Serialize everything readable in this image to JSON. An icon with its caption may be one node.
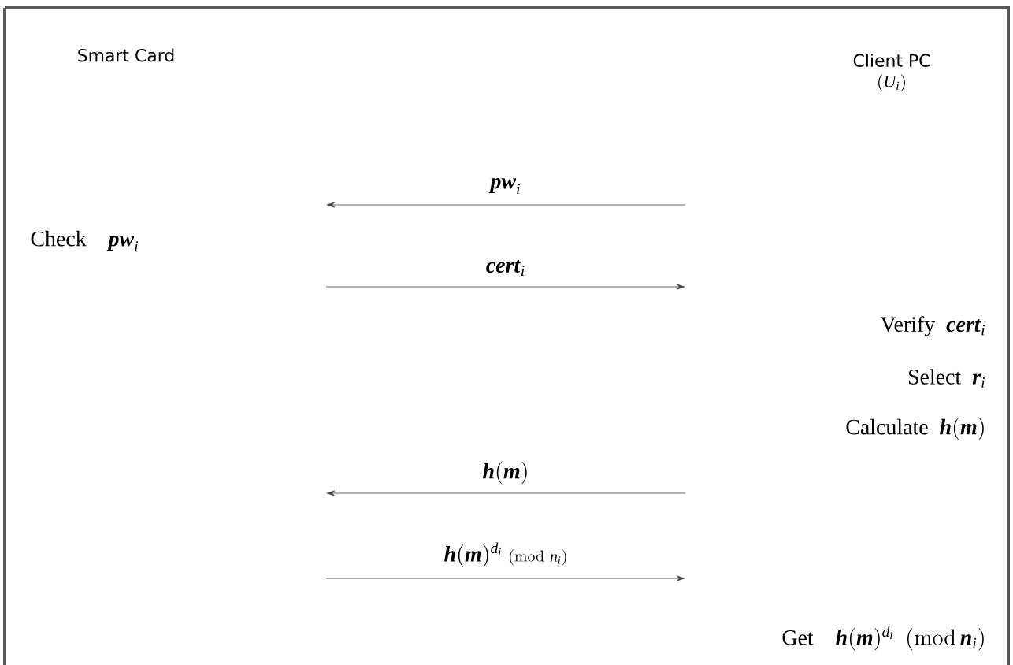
{
  "diagram": {
    "nodes": [
      {
        "text": [
          "Smart Card"
        ]
      },
      {
        "text": [
          "Client PC",
          "(U_{i})"
        ]
      }
    ],
    "labels": [
      "\\textbf{\\textit{pw}}_{i}",
      "\\text{Check}\\quad \\textbf{\\textit{pw}}_{i}",
      "\\textbf{\\textit{cert}}_{i}",
      "\\text{Verify}\\ \\ \\textbf{\\textit{cert}}_{i}",
      "\\text{Select}\\ \\ \\textbf{\\textit{r}}_{i}",
      "\\text{Calculate}\\ \\ \\textbf{\\textit{h}}(\\textbf{\\textit{m}})",
      "\\textbf{\\textit{h}}(\\textbf{\\textit{m}})",
      "\\textbf{\\textit{h}}(\\textbf{\\textit{m}})^{d_{i}}\\ {\\scriptstyle (\\mathrm{mod}\\ n_{i})}",
      "\\text{Get}\\quad \\textbf{\\textit{h}}(\\textbf{\\textit{m}})^{d_{i}}\\ \\ (\\mathrm{mod}\\,\\textbf{\\textit{n}}_{i})"
    ]
  }
}
